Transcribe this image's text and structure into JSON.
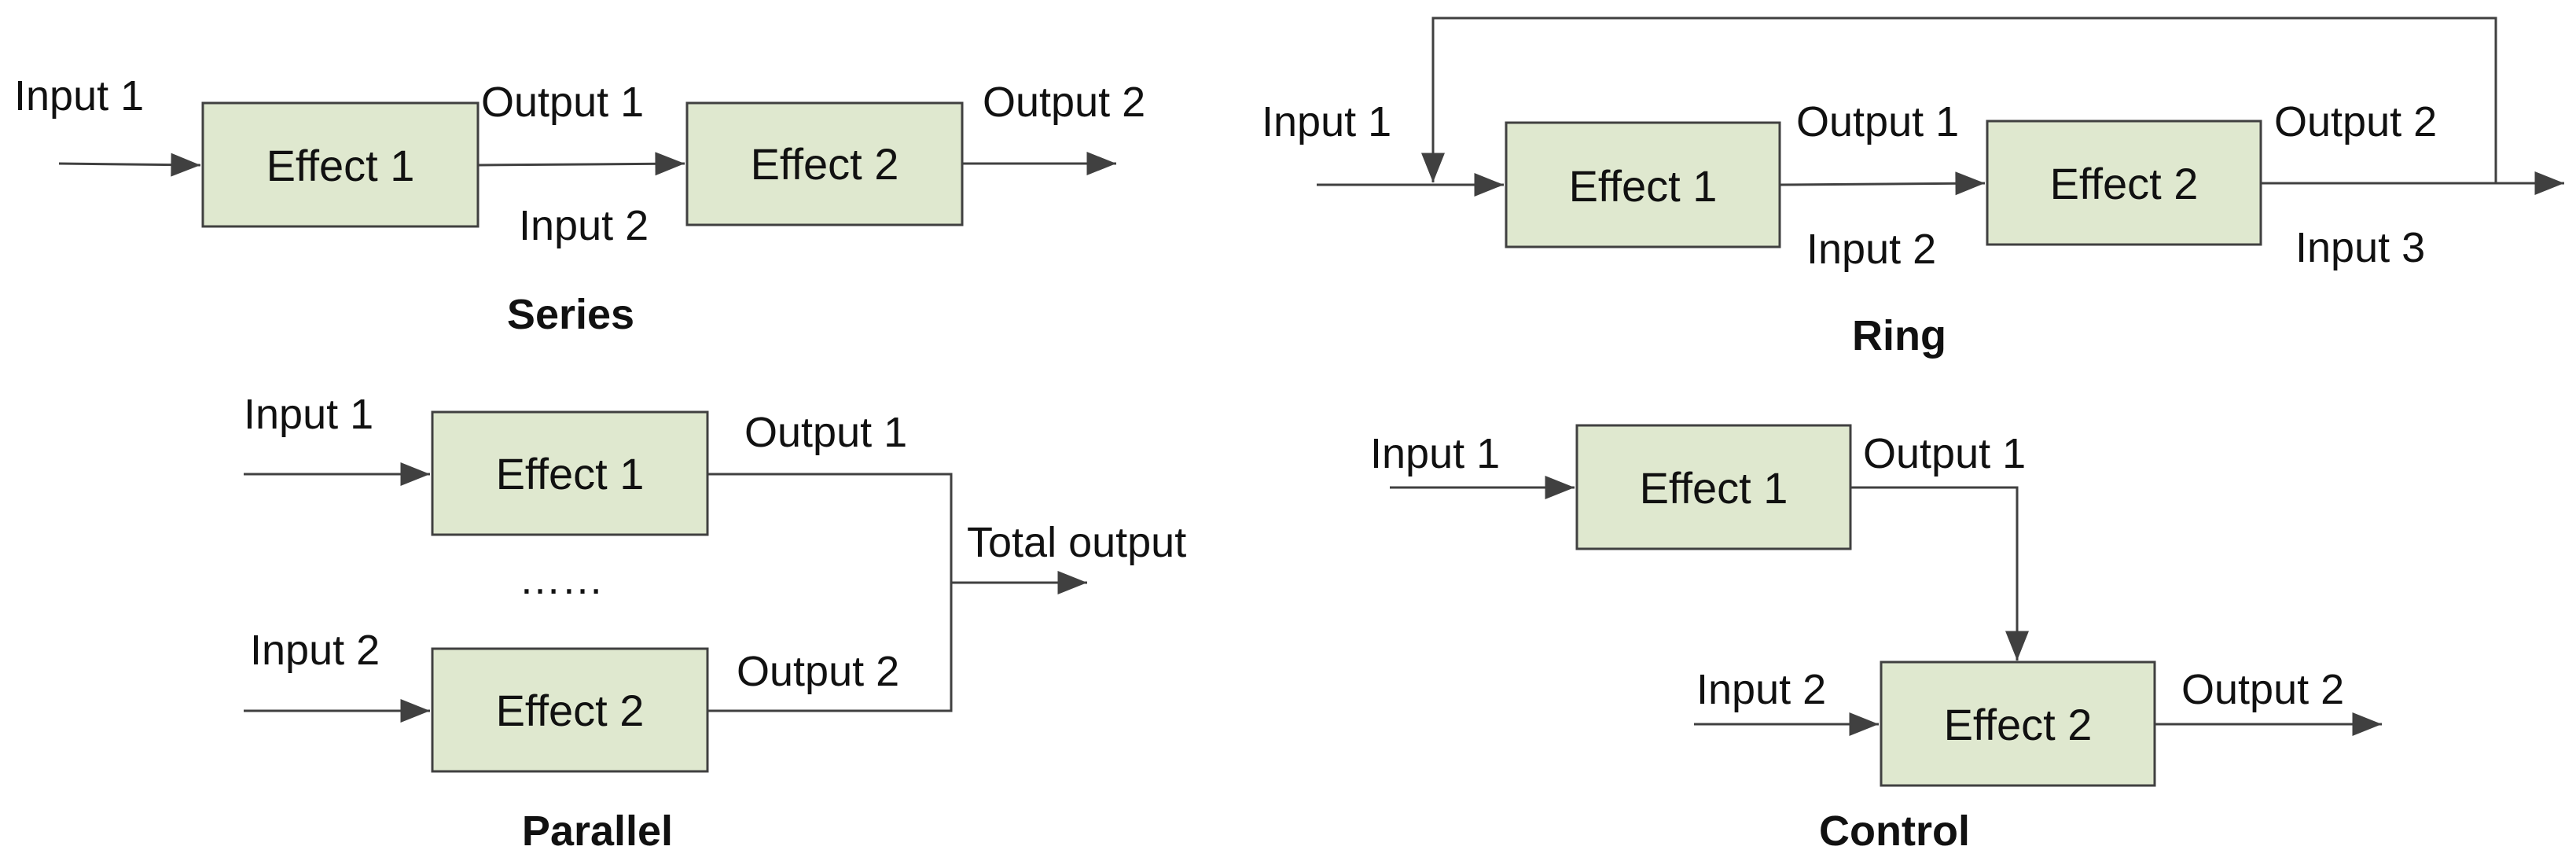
{
  "series": {
    "title": "Series",
    "input1": "Input 1",
    "output1": "Output 1",
    "input2": "Input 2",
    "output2": "Output 2",
    "effect1": "Effect 1",
    "effect2": "Effect 2"
  },
  "ring": {
    "title": "Ring",
    "input1": "Input 1",
    "output1": "Output 1",
    "input2": "Input 2",
    "output2": "Output 2",
    "input3": "Input 3",
    "effect1": "Effect 1",
    "effect2": "Effect 2"
  },
  "parallel": {
    "title": "Parallel",
    "input1": "Input 1",
    "output1": "Output 1",
    "input2": "Input 2",
    "output2": "Output 2",
    "total_output": "Total output",
    "ellipsis": "……",
    "effect1": "Effect 1",
    "effect2": "Effect 2"
  },
  "control": {
    "title": "Control",
    "input1": "Input 1",
    "output1": "Output 1",
    "input2": "Input 2",
    "output2": "Output 2",
    "effect1": "Effect 1",
    "effect2": "Effect 2"
  },
  "colors": {
    "box_fill": "#dfe8cf",
    "line": "#404040",
    "text": "#111111"
  }
}
